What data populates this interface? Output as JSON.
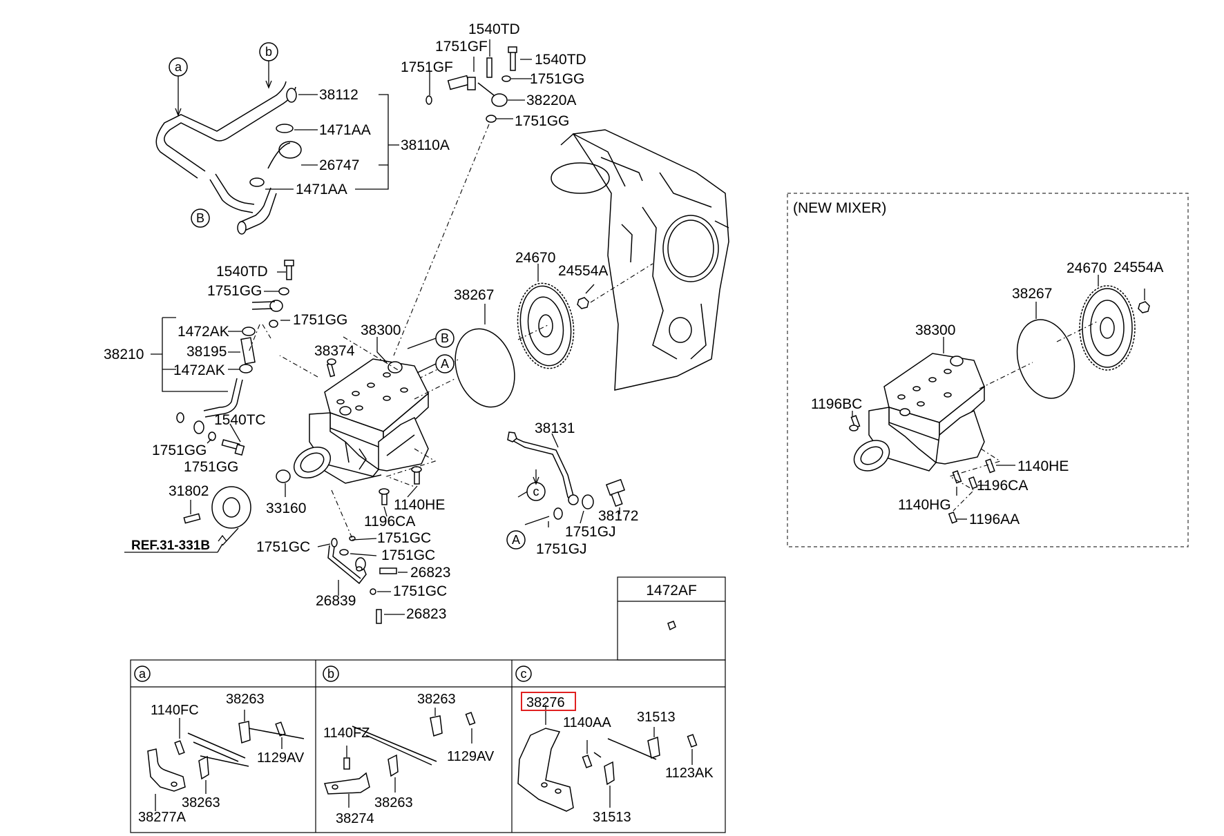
{
  "diagram": {
    "callouts": {
      "p38112": "38112",
      "p1471AA_1": "1471AA",
      "p38110A": "38110A",
      "p26747": "26747",
      "p1471AA_2": "1471AA",
      "p1540TD_top": "1540TD",
      "p1751GF_1": "1751GF",
      "p1540TD_2": "1540TD",
      "p1751GF_2": "1751GF",
      "p1751GG_1": "1751GG",
      "p38220A": "38220A",
      "p1751GG_2": "1751GG",
      "p24670": "24670",
      "p24554A": "24554A",
      "p38267": "38267",
      "p38300": "38300",
      "p1540TD_3": "1540TD",
      "p1751GG_3": "1751GG",
      "p1751GG_4": "1751GG",
      "p1472AK_1": "1472AK",
      "p38195": "38195",
      "p1472AK_2": "1472AK",
      "p38210": "38210",
      "p38374": "38374",
      "p1540TC": "1540TC",
      "p1751GG_5": "1751GG",
      "p1751GG_6": "1751GG",
      "p31802": "31802",
      "ref": "REF.31-331B",
      "p33160": "33160",
      "p1140HE": "1140HE",
      "p1196CA": "1196CA",
      "p38131": "38131",
      "p38172": "38172",
      "p1751GJ_1": "1751GJ",
      "p1751GJ_2": "1751GJ",
      "p1751GC_1": "1751GC",
      "p1751GC_2": "1751GC",
      "p1751GC_3": "1751GC",
      "p1751GC_4": "1751GC",
      "p26823_1": "26823",
      "p26823_2": "26823",
      "p26839": "26839"
    },
    "circle_labels": {
      "a": "a",
      "b": "b",
      "c": "c",
      "A": "A",
      "B": "B"
    },
    "new_mixer": {
      "title": "(NEW MIXER)",
      "p24670": "24670",
      "p24554A": "24554A",
      "p38267": "38267",
      "p38300": "38300",
      "p1196BC": "1196BC",
      "p1140HE": "1140HE",
      "p1196CA": "1196CA",
      "p1140HG": "1140HG",
      "p1196AA": "1196AA"
    },
    "table": {
      "header_1472AF": "1472AF",
      "col_a": {
        "key": "a",
        "parts": [
          "1140FC",
          "38263",
          "1129AV",
          "38263",
          "38277A"
        ]
      },
      "col_b": {
        "key": "b",
        "parts": [
          "38263",
          "1140FZ",
          "1129AV",
          "38263",
          "38274"
        ]
      },
      "col_c": {
        "key": "c",
        "parts": [
          "38276",
          "1140AA",
          "31513",
          "1123AK",
          "31513"
        ],
        "highlighted": "38276"
      }
    },
    "colors": {
      "lines": "#000000",
      "highlight": "#e02020"
    }
  }
}
